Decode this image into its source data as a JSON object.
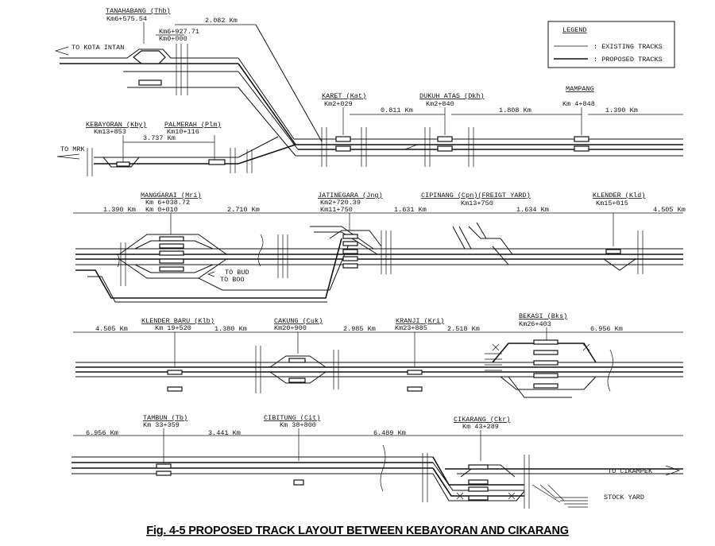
{
  "legend": {
    "title": "LEGEND",
    "existing": ": EXISTING TRACKS",
    "proposed": ": PROPOSED TRACKS"
  },
  "figure_title": "Fig. 4-5 PROPOSED TRACK LAYOUT BETWEEN KEBAYORAN AND CIKARANG",
  "destinations": {
    "kota_intan": "TO KOTA INTAN",
    "mrk": "TO MRK",
    "bud": "TO BUD",
    "boo": "TO BOO",
    "cikampek": "TO CIKAMPEK",
    "stock_yard": "STOCK YARD"
  },
  "stations": {
    "tanahabang": {
      "name": "TANAHABANG (Thb)",
      "km1": "Km6+575.54",
      "km2": "Km6+927.71",
      "km3": "Km0+000"
    },
    "karet": {
      "name": "KARET (Kat)",
      "km": "Km2+029"
    },
    "dukuh_atas": {
      "name": "DUKUH ATAS (Dkh)",
      "km": "Km2+840"
    },
    "mampang": {
      "name": "MAMPANG",
      "km": "Km 4+848"
    },
    "kebayoran": {
      "name": "KEBAYORAN (Kby)",
      "km": "Km13+853"
    },
    "palmerah": {
      "name": "PALMERAH (Plm)",
      "km": "Km10+116"
    },
    "manggarai": {
      "name": "MANGGARAI (Mri)",
      "km1": "Km 6+038.72",
      "km2": "Km 0+010"
    },
    "jatinegara": {
      "name": "JATINEGARA (Jng)",
      "km1": "Km2+720.39",
      "km2": "Km11+750"
    },
    "cipinang": {
      "name": "CIPINANG (Cpn)(FREIGT YARD)",
      "km": "Km13+750"
    },
    "klender": {
      "name": "KLENDER (Kld)",
      "km": "Km15+015"
    },
    "klender_baru": {
      "name": "KLENDER BARU (Klb)",
      "km": "Km 19+520"
    },
    "cakung": {
      "name": "CAKUNG (Cuk)",
      "km": "Km20+900"
    },
    "kranji": {
      "name": "KRANJI (Kri)",
      "km": "Km23+885"
    },
    "bekasi": {
      "name": "BEKASI (Bks)",
      "km": "Km26+403"
    },
    "tambun": {
      "name": "TAMBUN (Tb)",
      "km": "Km 33+359"
    },
    "cibitung": {
      "name": "CIBITUNG (Cit)",
      "km": "Km 38+800"
    },
    "cikarang": {
      "name": "CIKARANG (Ckr)",
      "km": "Km 43+289"
    }
  },
  "distances": {
    "d_tnh": "2.082 Km",
    "d_karet_dukuh": "0.811 Km",
    "d_dukuh_mampang": "1.808 Km",
    "d_mampang_end": "1.390 Km",
    "d_kby_plm": "3.737 Km",
    "d_r2_start": "1.390 Km",
    "d_mri_jng": "2.710 Km",
    "d_jng_cpn": "1.631 Km",
    "d_cpn_kld": "1.634 Km",
    "d_kld_end": "4.505 Km",
    "d_r3_start": "4.505 Km",
    "d_klb_cuk": "1.380 Km",
    "d_cuk_kri": "2.985 Km",
    "d_kri_bks": "2.518 Km",
    "d_bks_end": "6.956 Km",
    "d_r4_start": "6.956 Km",
    "d_tb_cit": "3.441 Km",
    "d_cit_ckr": "6.489 Km"
  }
}
